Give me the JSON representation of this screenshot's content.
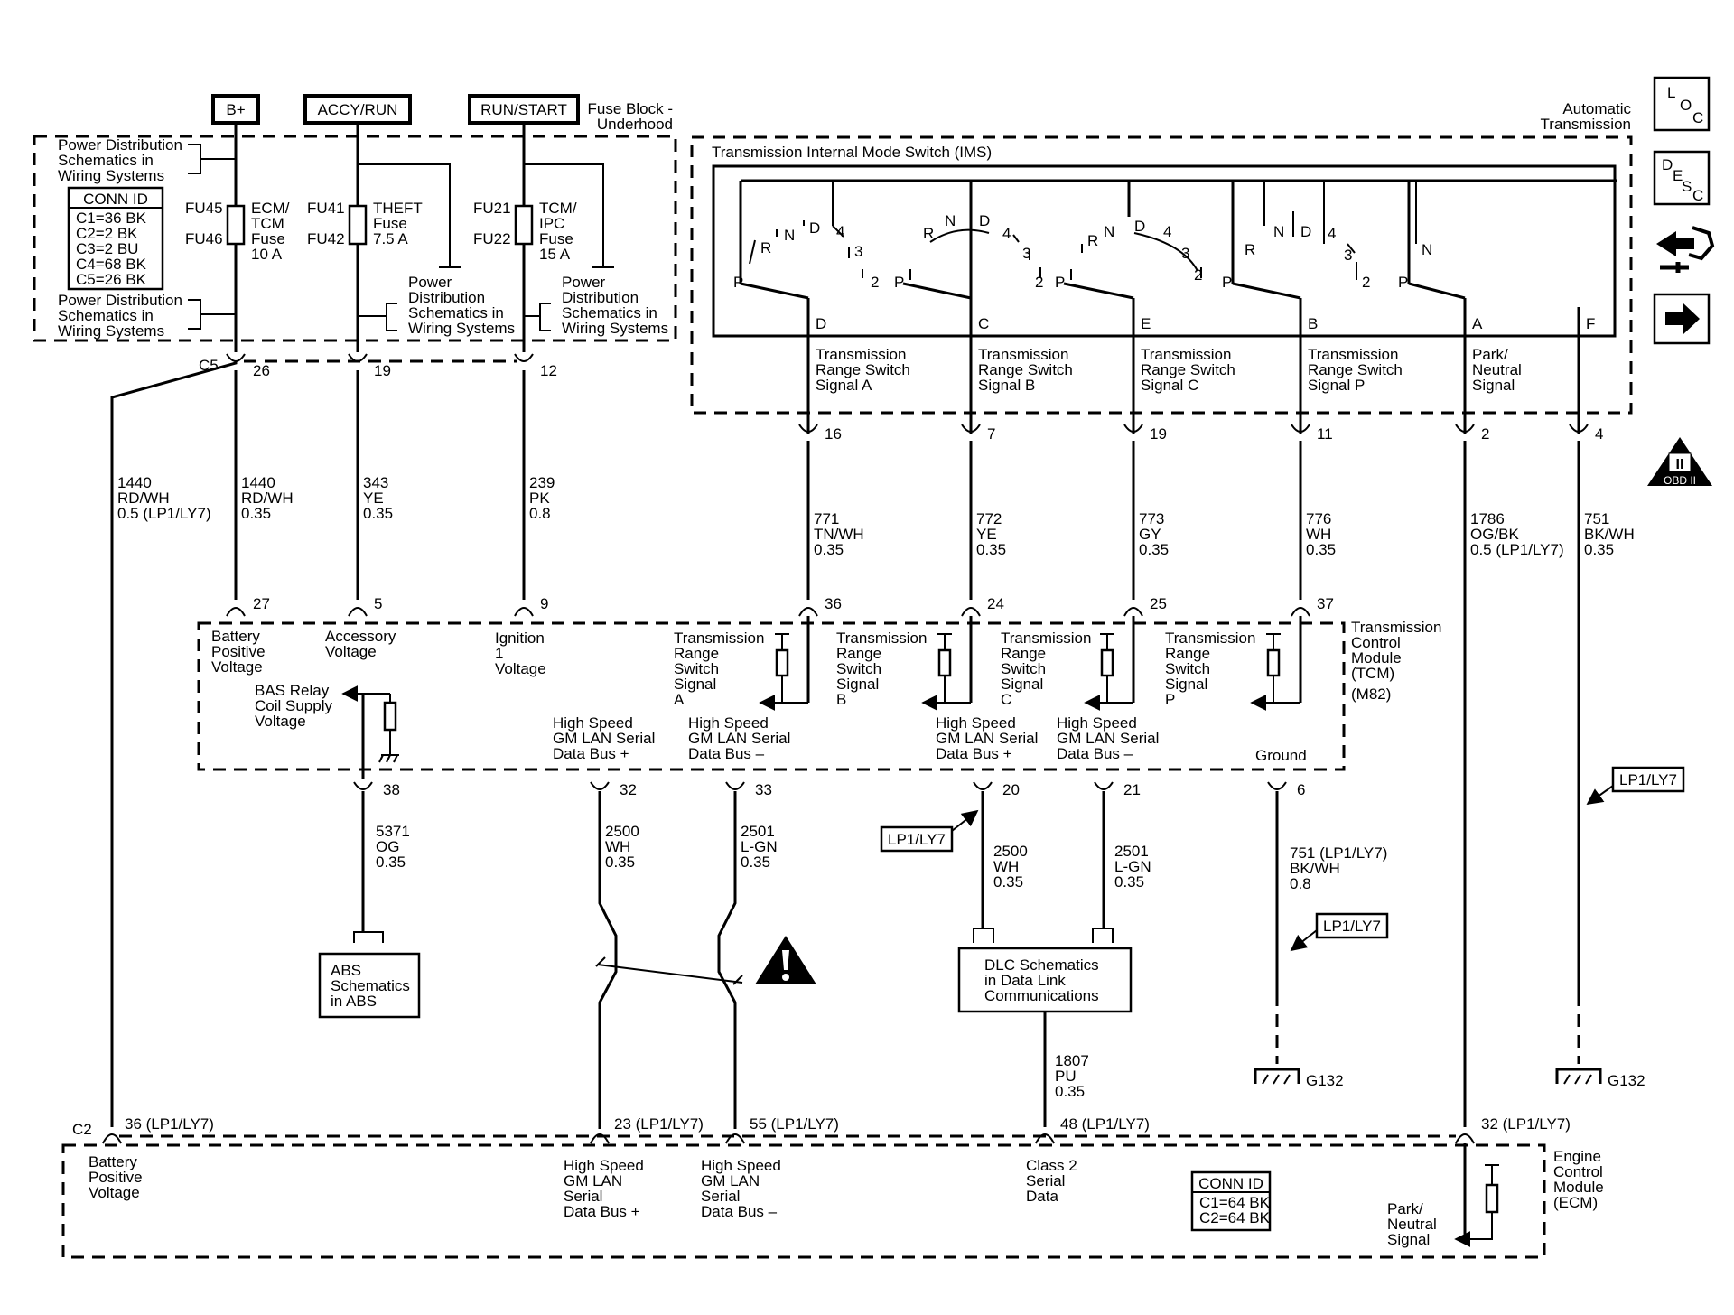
{
  "sources": [
    {
      "id": "bplus",
      "label": "B+"
    },
    {
      "id": "accy",
      "label": "ACCY/RUN"
    },
    {
      "id": "runstart",
      "label": "RUN/START"
    }
  ],
  "fuse_block": {
    "title_line1": "Fuse Block -",
    "title_line2": "Underhood"
  },
  "transmission": {
    "title_line1": "Automatic",
    "title_line2": "Transmission",
    "ims_title": "Transmission Internal Mode Switch (IMS)"
  },
  "power_dist": {
    "top": [
      "Power Distribution",
      "Schematics in",
      "Wiring Systems"
    ],
    "bottom": [
      "Power Distribution",
      "Schematics in",
      "Wiring Systems"
    ],
    "col2": [
      "Power",
      "Distribution",
      "Schematics in",
      "Wiring Systems"
    ],
    "col3": [
      "Power",
      "Distribution",
      "Schematics in",
      "Wiring Systems"
    ]
  },
  "conn_id_fuse": {
    "title": "CONN ID",
    "rows": [
      "C1=36 BK",
      "C2=2 BK",
      "C3=2 BU",
      "C4=68 BK",
      "C5=26 BK"
    ]
  },
  "conn_id_ecm": {
    "title": "CONN ID",
    "rows": [
      "C1=64 BK",
      "C2=64 BK"
    ]
  },
  "fuses": [
    {
      "tag_a": "FU45",
      "tag_b": "FU46",
      "name": [
        "ECM/",
        "TCM",
        "Fuse",
        "10 A"
      ]
    },
    {
      "tag_a": "FU41",
      "tag_b": "FU42",
      "name": [
        "THEFT",
        "Fuse",
        "7.5 A"
      ]
    },
    {
      "tag_a": "FU21",
      "tag_b": "FU22",
      "name": [
        "TCM/",
        "IPC",
        "Fuse",
        "15 A"
      ]
    }
  ],
  "fuse_block_pins": {
    "connector": "C5",
    "pins": [
      "26",
      "19",
      "12"
    ]
  },
  "ims_pins": [
    {
      "letter": "D",
      "signal": [
        "Transmission",
        "Range Switch",
        "Signal A"
      ],
      "pin": "16"
    },
    {
      "letter": "C",
      "signal": [
        "Transmission",
        "Range Switch",
        "Signal B"
      ],
      "pin": "7"
    },
    {
      "letter": "E",
      "signal": [
        "Transmission",
        "Range Switch",
        "Signal C"
      ],
      "pin": "19"
    },
    {
      "letter": "B",
      "signal": [
        "Transmission",
        "Range Switch",
        "Signal P"
      ],
      "pin": "11"
    },
    {
      "letter": "A",
      "signal": [
        "Park/",
        "Neutral",
        "Signal"
      ],
      "pin": "2"
    },
    {
      "letter": "F",
      "signal": [],
      "pin": "4"
    }
  ],
  "switch_labels": {
    "sw1": [
      "P",
      "R",
      "N",
      "D",
      "4",
      "3",
      "2"
    ],
    "sw2": [
      "P",
      "R",
      "N",
      "D",
      "4",
      "3",
      "2"
    ],
    "sw3": [
      "P",
      "R",
      "N",
      "D",
      "4",
      "3",
      "2"
    ],
    "sw4": [
      "P",
      "R",
      "N",
      "D",
      "4",
      "3",
      "2"
    ],
    "sw5": [
      "P",
      "N"
    ]
  },
  "wires_upper": [
    {
      "circuit": "1440",
      "color": "RD/WH",
      "gauge": "0.5 (LP1/LY7)"
    },
    {
      "circuit": "1440",
      "color": "RD/WH",
      "gauge": "0.35"
    },
    {
      "circuit": "343",
      "color": "YE",
      "gauge": "0.35"
    },
    {
      "circuit": "239",
      "color": "PK",
      "gauge": "0.8"
    },
    {
      "circuit": "771",
      "color": "TN/WH",
      "gauge": "0.35"
    },
    {
      "circuit": "772",
      "color": "YE",
      "gauge": "0.35"
    },
    {
      "circuit": "773",
      "color": "GY",
      "gauge": "0.35"
    },
    {
      "circuit": "776",
      "color": "WH",
      "gauge": "0.35"
    },
    {
      "circuit": "1786",
      "color": "OG/BK",
      "gauge": "0.5 (LP1/LY7)"
    },
    {
      "circuit": "751",
      "color": "BK/WH",
      "gauge": "0.35"
    }
  ],
  "tcm": {
    "title": [
      "Transmission",
      "Control",
      "Module",
      "(TCM)",
      "(M82)"
    ],
    "top_pins": [
      "27",
      "5",
      "9",
      "36",
      "24",
      "25",
      "37"
    ],
    "inputs": [
      [
        "Battery",
        "Positive",
        "Voltage"
      ],
      [
        "Accessory",
        "Voltage"
      ],
      [
        "Ignition",
        "1",
        "Voltage"
      ]
    ],
    "range_signals": [
      [
        "Transmission",
        "Range",
        "Switch",
        "Signal",
        "A"
      ],
      [
        "Transmission",
        "Range",
        "Switch",
        "Signal",
        "B"
      ],
      [
        "Transmission",
        "Range",
        "Switch",
        "Signal",
        "C"
      ],
      [
        "Transmission",
        "Range",
        "Switch",
        "Signal",
        "P"
      ]
    ],
    "bas": [
      "BAS Relay",
      "Coil Supply",
      "Voltage"
    ],
    "bus": [
      [
        "High Speed",
        "GM LAN Serial",
        "Data Bus +"
      ],
      [
        "High Speed",
        "GM LAN Serial",
        "Data Bus –"
      ],
      [
        "High Speed",
        "GM LAN Serial",
        "Data Bus +"
      ],
      [
        "High Speed",
        "GM LAN Serial",
        "Data Bus –"
      ]
    ],
    "ground": "Ground",
    "bottom_pins": [
      "38",
      "32",
      "33",
      "20",
      "21",
      "6"
    ]
  },
  "wires_lower": [
    {
      "circuit": "5371",
      "color": "OG",
      "gauge": "0.35"
    },
    {
      "circuit": "2500",
      "color": "WH",
      "gauge": "0.35"
    },
    {
      "circuit": "2501",
      "color": "L-GN",
      "gauge": "0.35"
    },
    {
      "circuit": "2500",
      "color": "WH",
      "gauge": "0.35"
    },
    {
      "circuit": "2501",
      "color": "L-GN",
      "gauge": "0.35"
    },
    {
      "circuit": "751 (LP1/LY7)",
      "color": "BK/WH",
      "gauge": "0.8"
    },
    {
      "circuit": "1807",
      "color": "PU",
      "gauge": "0.35"
    }
  ],
  "abs_box": [
    "ABS",
    "Schematics",
    "in ABS"
  ],
  "dlc_box": [
    "DLC Schematics",
    "in Data Link",
    "Communications"
  ],
  "option_tag": "LP1/LY7",
  "grounds": [
    "G132",
    "G132"
  ],
  "ecm": {
    "title": [
      "Engine",
      "Control",
      "Module",
      "(ECM)"
    ],
    "connector": "C2",
    "pins": [
      "36 (LP1/LY7)",
      "23 (LP1/LY7)",
      "55 (LP1/LY7)",
      "48 (LP1/LY7)",
      "32 (LP1/LY7)"
    ],
    "labels": [
      [
        "Battery",
        "Positive",
        "Voltage"
      ],
      [
        "High Speed",
        "GM LAN",
        "Serial",
        "Data Bus +"
      ],
      [
        "High Speed",
        "GM LAN",
        "Serial",
        "Data Bus –"
      ],
      [
        "Class 2",
        "Serial",
        "Data"
      ],
      [
        "Park/",
        "Neutral",
        "Signal"
      ]
    ]
  },
  "nav_icons": {
    "loc": [
      "L",
      "O",
      "C"
    ],
    "desc": [
      "D",
      "E",
      "S",
      "C"
    ],
    "obd": "OBD II",
    "obd_mark": "II"
  },
  "icon_names": [
    "loc-icon",
    "desc-icon",
    "component-icon",
    "next-icon",
    "obd-icon",
    "warning-icon",
    "ground-icon"
  ]
}
